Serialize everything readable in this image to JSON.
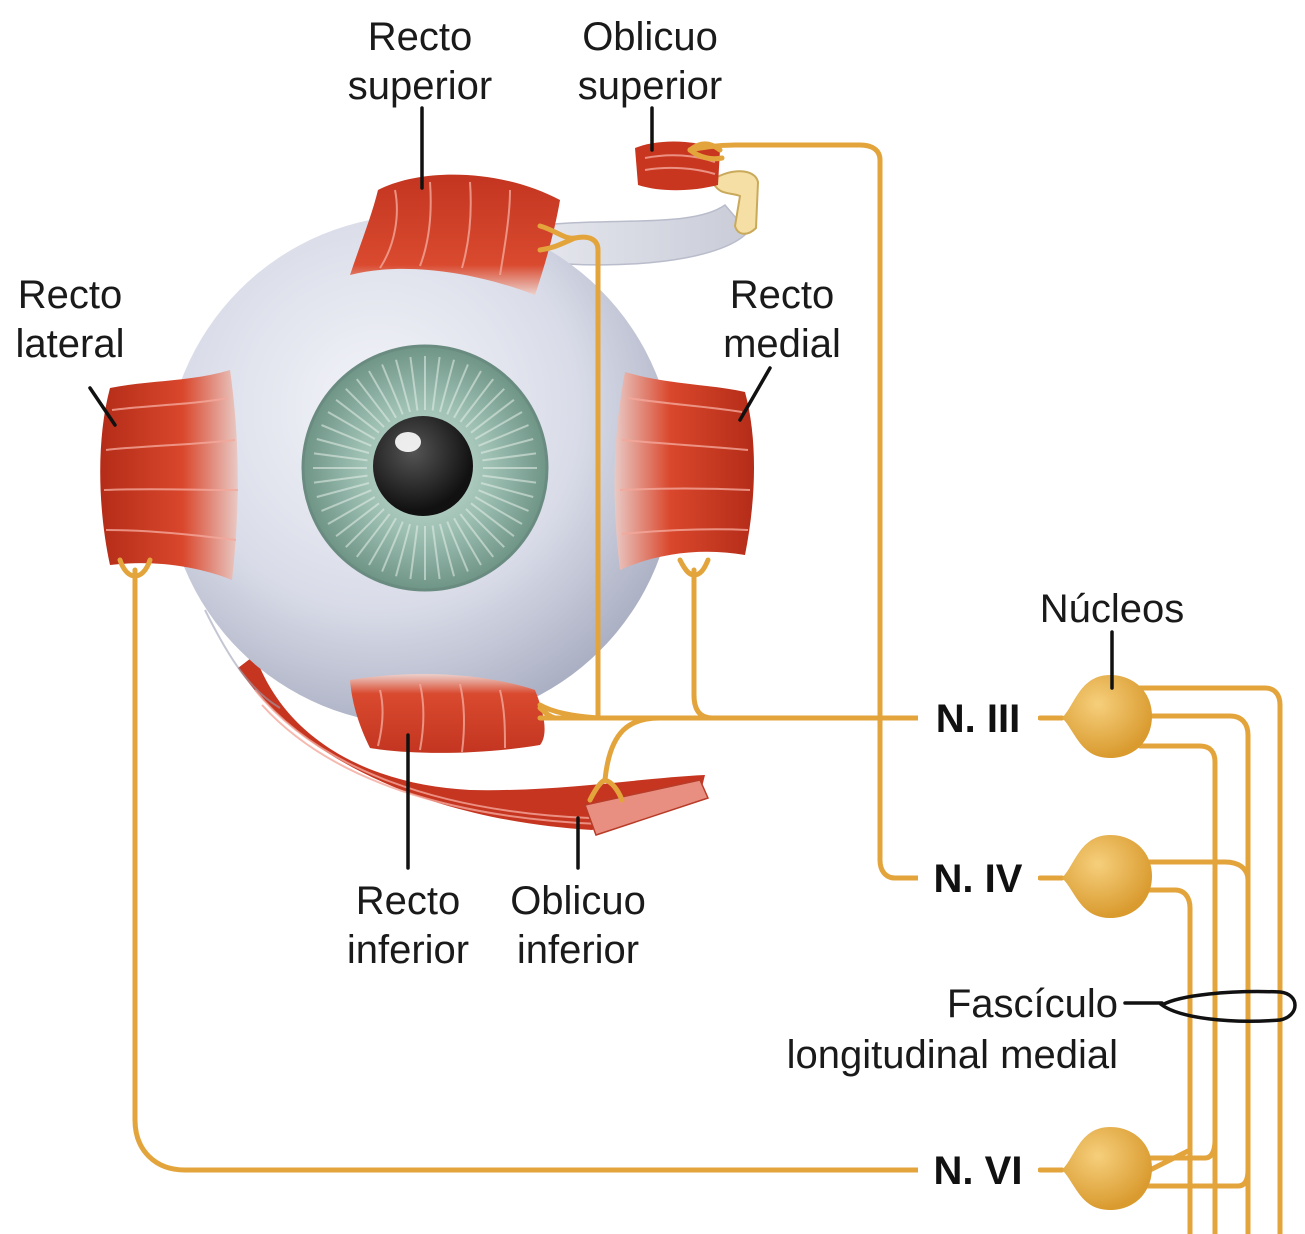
{
  "labels": {
    "recto_superior": [
      "Recto",
      "superior"
    ],
    "oblicuo_superior": [
      "Oblicuo",
      "superior"
    ],
    "recto_lateral": [
      "Recto",
      "lateral"
    ],
    "recto_medial": [
      "Recto",
      "medial"
    ],
    "nucleos": "Núcleos",
    "recto_inferior": [
      "Recto",
      "inferior"
    ],
    "oblicuo_inferior": [
      "Oblicuo",
      "inferior"
    ],
    "fasciculo": [
      "Fascículo",
      "longitudinal medial"
    ]
  },
  "nerves": {
    "n3": "N. III",
    "n4": "N. IV",
    "n6": "N. VI"
  },
  "colors": {
    "nerve": "#e3a43c",
    "nucleus": "#e8ab3e",
    "muscle": "#c8361f",
    "sclera": "#dde0ea",
    "iris": "#8fb3a6",
    "pupil": "#1a1a1a",
    "leader": "#111111"
  }
}
